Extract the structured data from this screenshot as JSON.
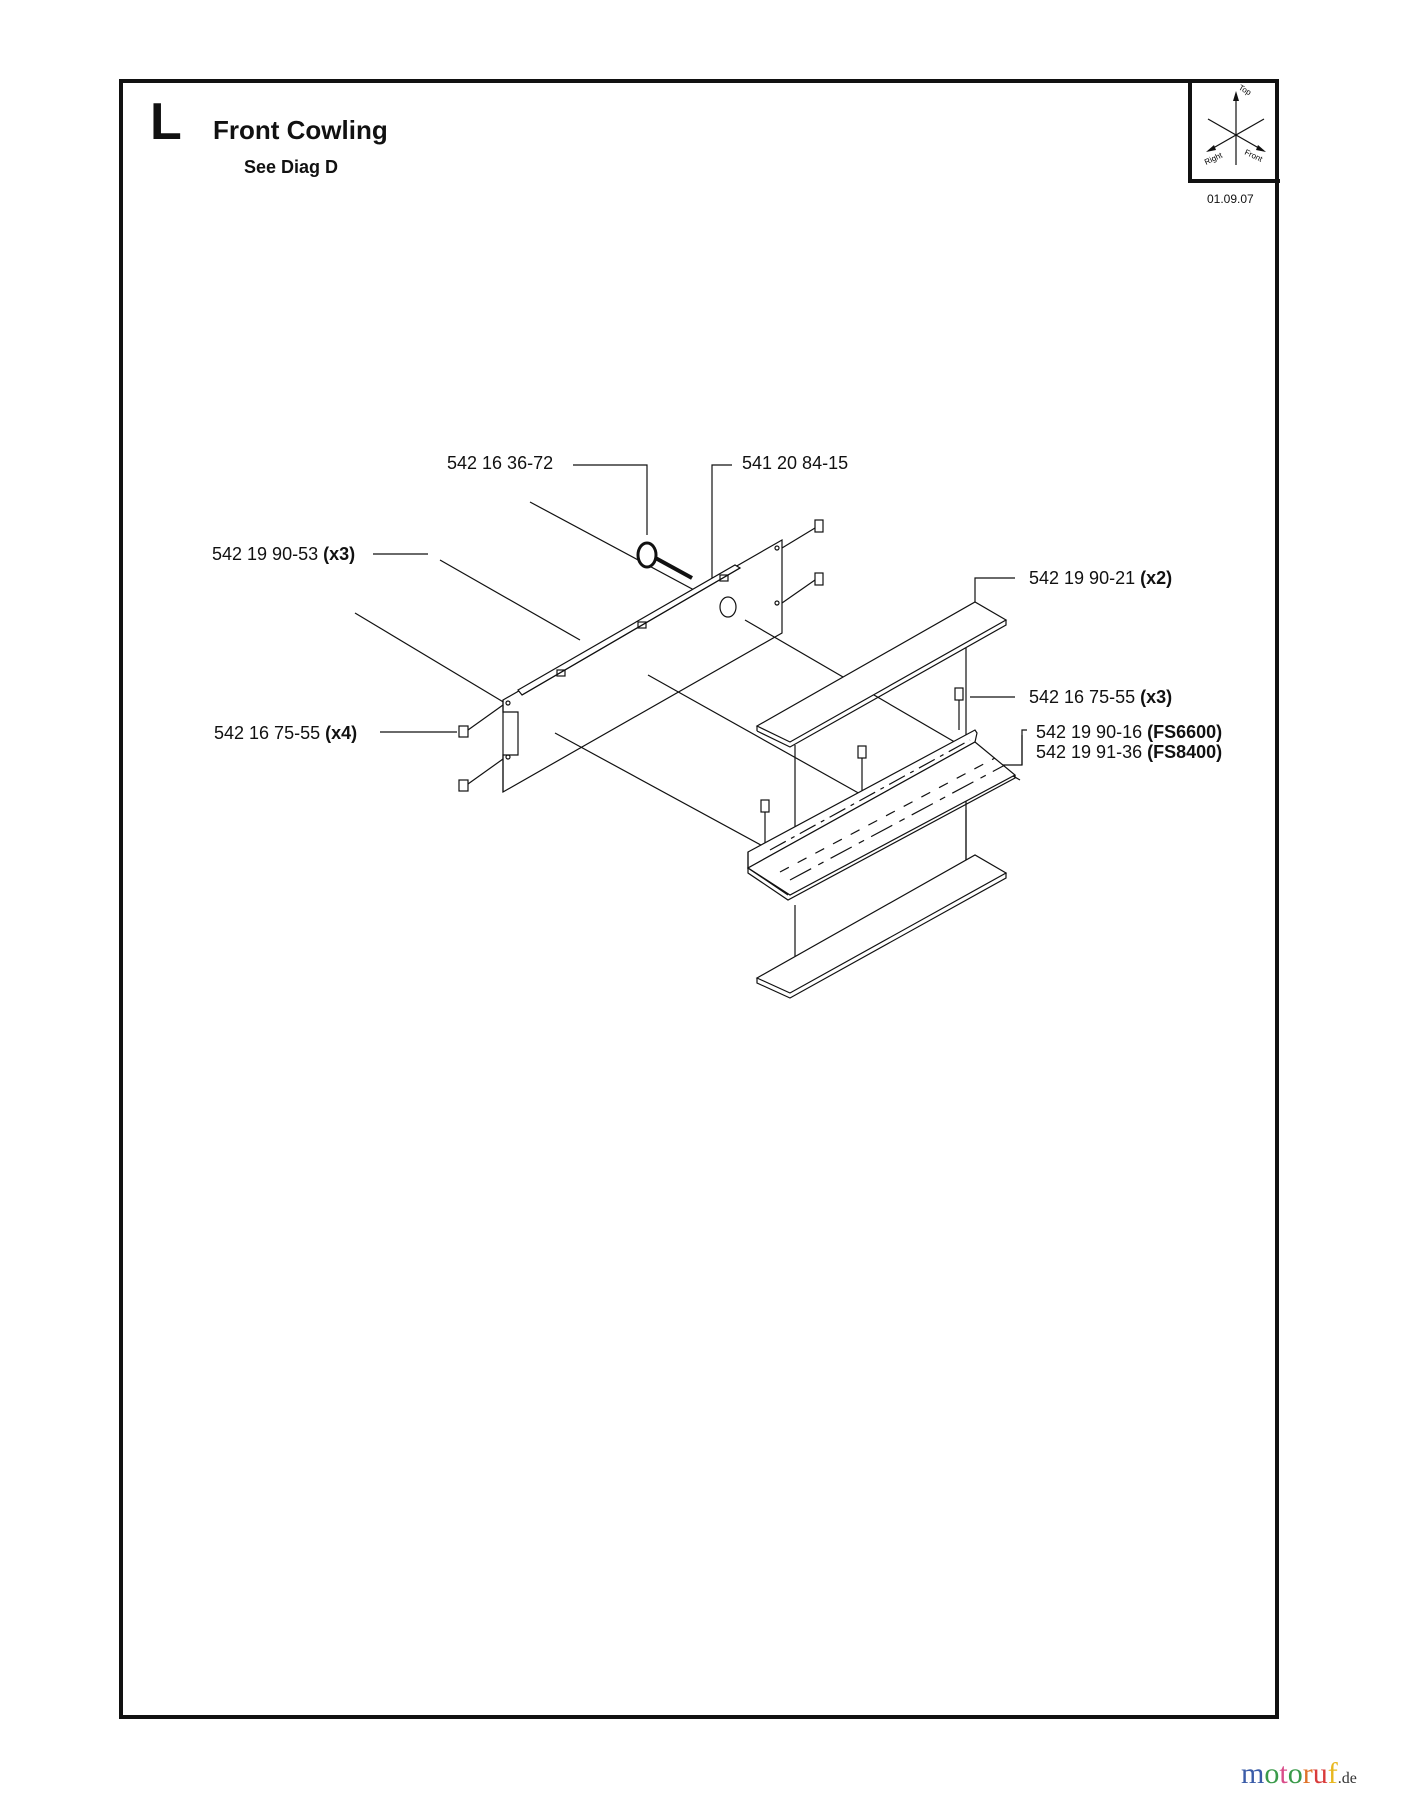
{
  "header": {
    "section_letter": "L",
    "title": "Front Cowling",
    "subtitle": "See Diag D"
  },
  "orientation": {
    "icon": "axis-orientation-icon",
    "labels": {
      "top": "Top",
      "right": "Right",
      "front": "Front"
    }
  },
  "date": "01.09.07",
  "callouts": [
    {
      "part": "542 16 36-72",
      "qty": ""
    },
    {
      "part": "541 20 84-15",
      "qty": ""
    },
    {
      "part": "542 19 90-53",
      "qty": "(x3)"
    },
    {
      "part": "542 19 90-21",
      "qty": "(x2)"
    },
    {
      "part": "542 16 75-55",
      "qty": "(x3)"
    },
    {
      "part": "542 16 75-55",
      "qty": "(x4)"
    },
    {
      "part": "542 19 90-16",
      "qty": "(FS6600)"
    },
    {
      "part": "542 19 91-36",
      "qty": "(FS8400)"
    }
  ],
  "watermark": {
    "letters": [
      "m",
      "o",
      "t",
      "o",
      "r",
      "u",
      "f"
    ],
    "suffix": ".de"
  }
}
